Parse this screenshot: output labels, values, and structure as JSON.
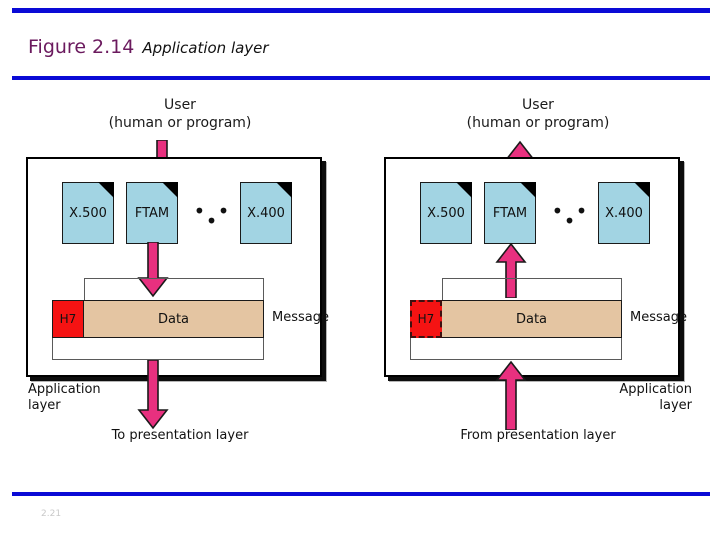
{
  "slide": {
    "figure_label": "Figure 2.14",
    "figure_title": "Application layer",
    "page_number": "2.21",
    "rule_color": "#0a0ad6",
    "title_color": "#6b1a5e"
  },
  "palette": {
    "doc_fill": "#a2d4e3",
    "header_fill": "#f51313",
    "data_fill": "#e4c5a2",
    "arrow_fill": "#e8307f",
    "arrow_stroke": "#1a1a1a",
    "box_stroke": "#000000"
  },
  "panels": [
    {
      "id": "sender",
      "user_line1": "User",
      "user_line2": "(human or program)",
      "protocols": [
        {
          "label": "X.500"
        },
        {
          "label": "FTAM"
        },
        {
          "label": "X.400"
        }
      ],
      "ellipsis": "• • •",
      "header_label": "H7",
      "header_dashed": false,
      "data_label": "Data",
      "message_label": "Message",
      "layer_line1": "Application",
      "layer_line2": "layer",
      "layer_align": "left",
      "presentation_caption": "To presentation layer",
      "flow_direction": "down"
    },
    {
      "id": "receiver",
      "user_line1": "User",
      "user_line2": "(human or program)",
      "protocols": [
        {
          "label": "X.500"
        },
        {
          "label": "FTAM"
        },
        {
          "label": "X.400"
        }
      ],
      "ellipsis": "• • •",
      "header_label": "H7",
      "header_dashed": true,
      "data_label": "Data",
      "message_label": "Message",
      "layer_line1": "Application",
      "layer_line2": "layer",
      "layer_align": "right",
      "presentation_caption": "From presentation layer",
      "flow_direction": "up"
    }
  ]
}
